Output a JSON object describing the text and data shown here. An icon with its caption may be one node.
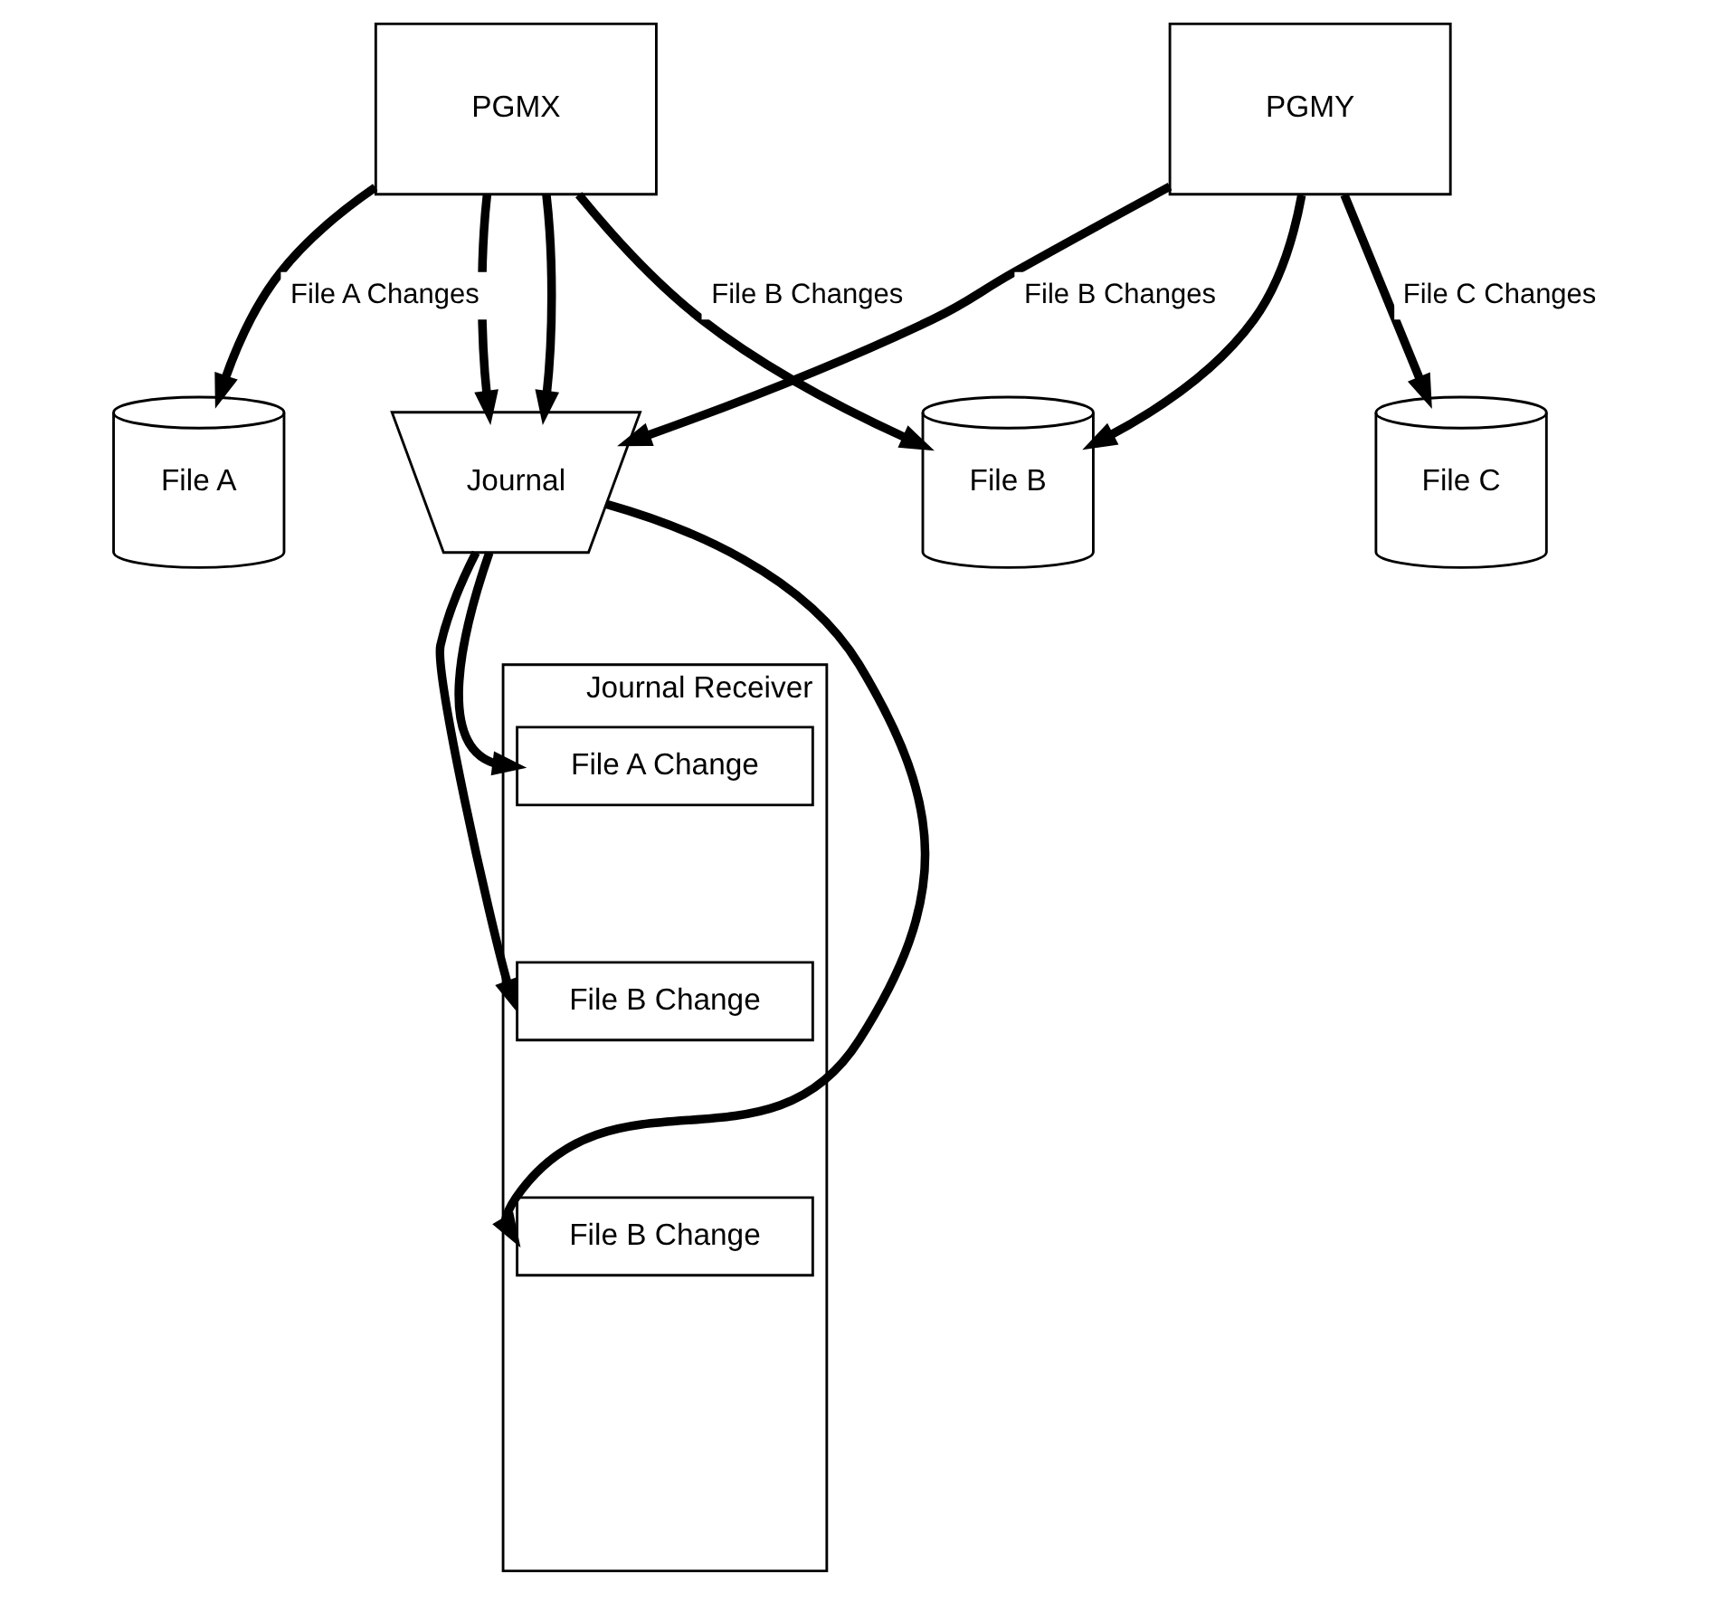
{
  "diagram": {
    "nodes": [
      {
        "text": [
          "PGMX"
        ]
      },
      {
        "text": [
          "PGMY"
        ]
      },
      {
        "text": [
          "Journal"
        ]
      },
      {
        "text": [
          "Journal Receiver"
        ]
      },
      {
        "text": [
          "File A Change"
        ],
        "in": 3
      },
      {
        "text": [
          "File B Change"
        ],
        "in": 3
      },
      {
        "text": [
          "File B Change"
        ],
        "in": 3
      },
      {
        "text": [
          "File A"
        ]
      },
      {
        "text": [
          "File B"
        ]
      },
      {
        "text": [
          "File C"
        ]
      }
    ],
    "edges": [
      {
        "from": 0,
        "to": 7,
        "arrow": "to",
        "label": "File A Changes"
      },
      {
        "from": 0,
        "to": 2,
        "arrow": "to"
      },
      {
        "from": 0,
        "to": 8,
        "arrow": "to",
        "label": "File B Changes"
      },
      {
        "from": 0,
        "to": 2,
        "arrow": "to"
      },
      {
        "from": 1,
        "to": 2,
        "arrow": "to",
        "label": "File B Changes"
      },
      {
        "from": 1,
        "to": 8,
        "arrow": "to"
      },
      {
        "from": 1,
        "to": 9,
        "arrow": "to",
        "label": "File C Changes"
      },
      {
        "from": 2,
        "to": 4,
        "arrow": "to"
      },
      {
        "from": 2,
        "to": 5,
        "arrow": "to"
      },
      {
        "from": 2,
        "to": 6,
        "arrow": "to"
      }
    ]
  }
}
